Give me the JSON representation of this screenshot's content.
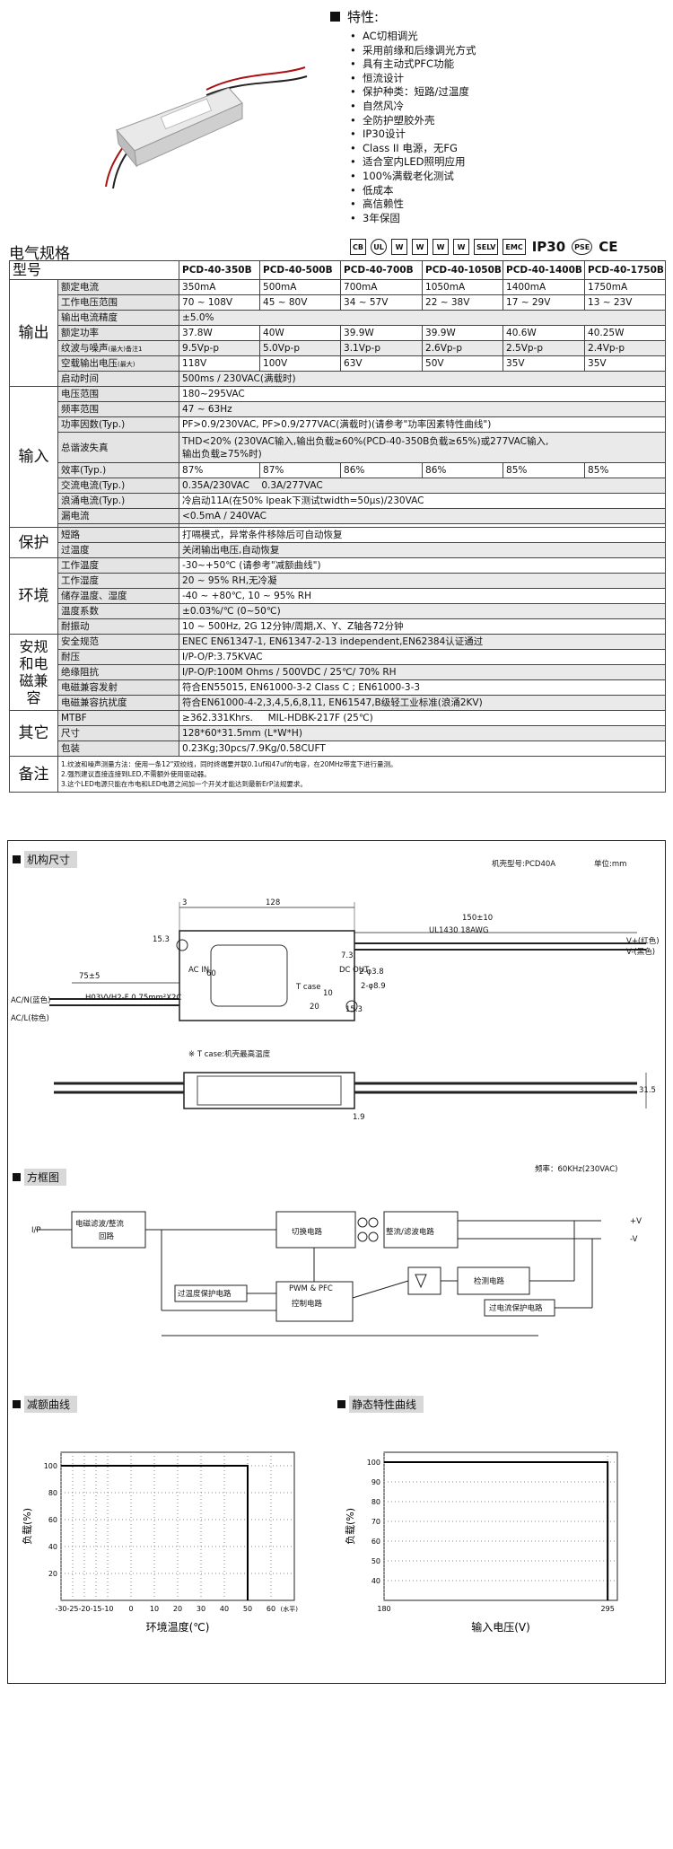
{
  "features": {
    "title": "特性:",
    "items": [
      "AC切相调光",
      "采用前缘和后缘调光方式",
      "具有主动式PFC功能",
      "恒流设计",
      "保护种类：短路/过温度",
      "自然风冷",
      "全防护塑胶外壳",
      "IP30设计",
      "Class II 电源，无FG",
      "适合室内LED照明应用",
      "100%满载老化测试",
      "低成本",
      "高信赖性",
      "3年保固"
    ]
  },
  "spec": {
    "title": "电气规格",
    "certs": [
      "CB",
      "UL",
      "W",
      "W",
      "W",
      "W",
      "SELV",
      "EMC",
      "IP30",
      "PSE",
      "CE"
    ],
    "model_label": "型号",
    "models": [
      "PCD-40-350B",
      "PCD-40-500B",
      "PCD-40-700B",
      "PCD-40-1050B",
      "PCD-40-1400B",
      "PCD-40-1750B"
    ],
    "output": {
      "cat": "输出",
      "rated_current": {
        "label": "额定电流",
        "values": [
          "350mA",
          "500mA",
          "700mA",
          "1050mA",
          "1400mA",
          "1750mA"
        ]
      },
      "voltage_range": {
        "label": "工作电压范围",
        "values": [
          "70 ~ 108V",
          "45 ~ 80V",
          "34 ~ 57V",
          "22 ~ 38V",
          "17 ~ 29V",
          "13 ~ 23V"
        ]
      },
      "accuracy": {
        "label": "输出电流精度",
        "value": "±5.0%"
      },
      "power": {
        "label": "额定功率",
        "values": [
          "37.8W",
          "40W",
          "39.9W",
          "39.9W",
          "40.6W",
          "40.25W"
        ]
      },
      "ripple": {
        "label": "纹波与噪声",
        "label_note": "(最大)备注1",
        "values": [
          "9.5Vp-p",
          "5.0Vp-p",
          "3.1Vp-p",
          "2.6Vp-p",
          "2.5Vp-p",
          "2.4Vp-p"
        ]
      },
      "no_load": {
        "label": "空载输出电压",
        "label_note": "(最大)",
        "values": [
          "118V",
          "100V",
          "63V",
          "50V",
          "35V",
          "35V"
        ]
      },
      "setup": {
        "label": "启动时间",
        "value": "500ms / 230VAC(满载时)"
      }
    },
    "input": {
      "cat": "输入",
      "voltage": {
        "label": "电压范围",
        "value": "180~295VAC"
      },
      "freq": {
        "label": "频率范围",
        "value": "47 ~ 63Hz"
      },
      "pf": {
        "label": "功率因数(Typ.)",
        "value": "PF>0.9/230VAC, PF>0.9/277VAC(满载时)(请参考\"功率因素特性曲线\")"
      },
      "thd": {
        "label": "总谐波失真",
        "line1": "THD<20% (230VAC输入,输出负载≥60%(PCD-40-350B负载≥65%)或277VAC输入,",
        "line2": "输出负载≥75%时)"
      },
      "eff": {
        "label": "效率(Typ.)",
        "values": [
          "87%",
          "87%",
          "86%",
          "86%",
          "85%",
          "85%"
        ]
      },
      "ac_current": {
        "label": "交流电流(Typ.)",
        "value": "0.35A/230VAC    0.3A/277VAC"
      },
      "inrush": {
        "label": "浪涌电流(Typ.)",
        "value": "冷启动11A(在50% Ipeak下测试twidth=50μs)/230VAC"
      },
      "leak": {
        "label": "漏电流",
        "value": "<0.5mA / 240VAC"
      }
    },
    "protection": {
      "cat": "保护",
      "short": {
        "label": "短路",
        "value": "打嗝模式，异常条件移除后可自动恢复"
      },
      "ot": {
        "label": "过温度",
        "value": "关闭输出电压,自动恢复"
      }
    },
    "env": {
      "cat": "环境",
      "temp": {
        "label": "工作温度",
        "value": "-30~+50℃ (请参考\"减额曲线\")"
      },
      "hum": {
        "label": "工作湿度",
        "value": "20 ~ 95% RH,无冷凝"
      },
      "storage": {
        "label": "储存温度、湿度",
        "value": "-40 ~ +80℃, 10 ~ 95% RH"
      },
      "coef": {
        "label": "温度系数",
        "value": "±0.03%/℃ (0~50℃)"
      },
      "vib": {
        "label": "耐振动",
        "value": "10 ~ 500Hz, 2G 12分钟/周期,X、Y、Z轴各72分钟"
      }
    },
    "safety": {
      "cat": "安规和电磁兼容",
      "std": {
        "label": "安全规范",
        "value": "ENEC EN61347-1, EN61347-2-13 independent,EN62384认证通过"
      },
      "withstand": {
        "label": "耐压",
        "value": "I/P-O/P:3.75KVAC"
      },
      "iso": {
        "label": "绝缘阻抗",
        "value": "I/P-O/P:100M Ohms / 500VDC / 25℃/ 70% RH"
      },
      "emc_e": {
        "label": "电磁兼容发射",
        "value": "符合EN55015, EN61000-3-2 Class C ; EN61000-3-3"
      },
      "emc_i": {
        "label": "电磁兼容抗扰度",
        "value": "符合EN61000-4-2,3,4,5,6,8,11, EN61547,B级轻工业标准(浪涌2KV)"
      }
    },
    "others": {
      "cat": "其它",
      "mtbf": {
        "label": "MTBF",
        "value": "≥362.331Khrs.     MIL-HDBK-217F (25℃)"
      },
      "dim": {
        "label": "尺寸",
        "value": "128*60*31.5mm (L*W*H)"
      },
      "pack": {
        "label": "包装",
        "value": "0.23Kg;30pcs/7.9Kg/0.58CUFT"
      }
    },
    "notes": {
      "cat": "备注",
      "lines": [
        "1.纹波和噪声测量方法：使用一条12\"双绞线，同时终端要并联0.1uf和47uf的电容，在20MHz带宽下进行量测。",
        "2.强烈建议直接连接到LED,不需额外使用驱动器。",
        "3.这个LED电源只能在市电和LED电源之间加一个开关才能达到最新ErP法规要求。"
      ]
    }
  },
  "mech": {
    "title": "机构尺寸",
    "case_label": "机壳型号:PCD40A",
    "unit_label": "单位:mm",
    "dims": {
      "length": "128",
      "cable_len": "150±10",
      "cable_type": "UL1430 18AWG",
      "in_len": "75±5",
      "in_cable": "H03VVH2-F 0.75mm²X2C",
      "width": "60",
      "w2": "15.3",
      "d3": "3",
      "tcase": "T case",
      "d20": "20",
      "d10": "10",
      "d73": "7.3",
      "phi38": "2-φ3.8",
      "phi89": "2-φ8.9",
      "d153b": "15.3",
      "h315": "31.5",
      "d19": "1.9",
      "acin": "AC IN",
      "dcout": "DC OUT"
    },
    "terminals": {
      "vplus": "V+(红色)",
      "vminus": "V-(黑色)",
      "acn": "AC/N(蓝色)",
      "acl": "AC/L(棕色)"
    },
    "tcase_note": "※ T case:机壳最高温度"
  },
  "block": {
    "title": "方框图",
    "freq_label": "频率：60KHz(230VAC)",
    "ip": "I/P",
    "emi": [
      "电磁滤波/整流",
      "回路"
    ],
    "switch": "切换电路",
    "rect": "整流/滤波电路",
    "vplus": "+V",
    "vminus": "-V",
    "otp": "过温度保护电路",
    "pwm": [
      "PWM & PFC",
      "控制电路"
    ],
    "detect": "检测电路",
    "ocp": "过电流保护电路"
  },
  "derating": {
    "title": "减额曲线",
    "chart_data": {
      "type": "line",
      "x": [
        -30,
        50,
        50
      ],
      "y": [
        100,
        100,
        0
      ],
      "xticks": [
        "-30",
        "-25",
        "-20",
        "-15",
        "-10",
        "0",
        "10",
        "20",
        "30",
        "40",
        "50",
        "60"
      ],
      "xtick_unit": "(水平)",
      "yticks": [
        "100",
        "80",
        "60",
        "40",
        "20"
      ],
      "xlabel": "环境温度(℃)",
      "ylabel": "负载(%)",
      "xlim": [
        -30,
        70
      ],
      "ylim": [
        0,
        110
      ]
    }
  },
  "static": {
    "title": "静态特性曲线",
    "chart_data": {
      "type": "line",
      "x": [
        180,
        295,
        295
      ],
      "y": [
        100,
        100,
        0
      ],
      "xticks": [
        "180",
        "295"
      ],
      "yticks": [
        "100",
        "90",
        "80",
        "70",
        "60",
        "50",
        "40"
      ],
      "xlabel": "输入电压(V)",
      "ylabel": "负载(%)",
      "xlim": [
        180,
        300
      ],
      "ylim": [
        30,
        105
      ]
    }
  }
}
